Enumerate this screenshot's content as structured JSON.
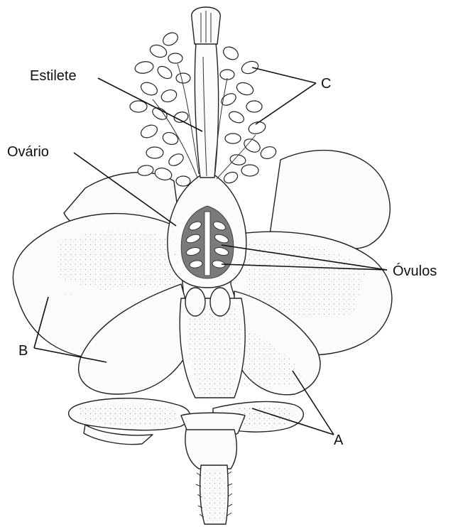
{
  "figure": {
    "labels": {
      "estilete": "Estilete",
      "ovario": "Ovário",
      "ovulos": "Óvulos",
      "a": "A",
      "b": "B",
      "c": "C"
    }
  }
}
